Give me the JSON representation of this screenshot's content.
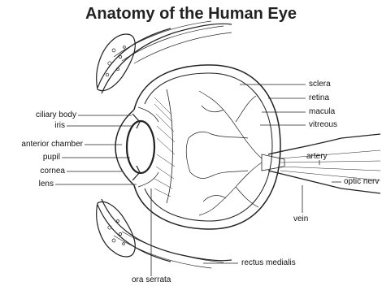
{
  "title": "Anatomy of the Human Eye",
  "labels": {
    "left": {
      "ciliary_body": "ciliary body",
      "iris": "iris",
      "anterior_chamber": "anterior chamber",
      "pupil": "pupil",
      "cornea": "cornea",
      "lens": "lens"
    },
    "right": {
      "sclera": "sclera",
      "retina": "retina",
      "macula": "macula",
      "vitreous": "vitreous",
      "artery": "artery",
      "optic_nerve": "optic nerv",
      "vein": "vein",
      "rectus_medialis": "rectus medialis"
    },
    "bottom": {
      "ora_serrata": "ora serrata"
    }
  }
}
